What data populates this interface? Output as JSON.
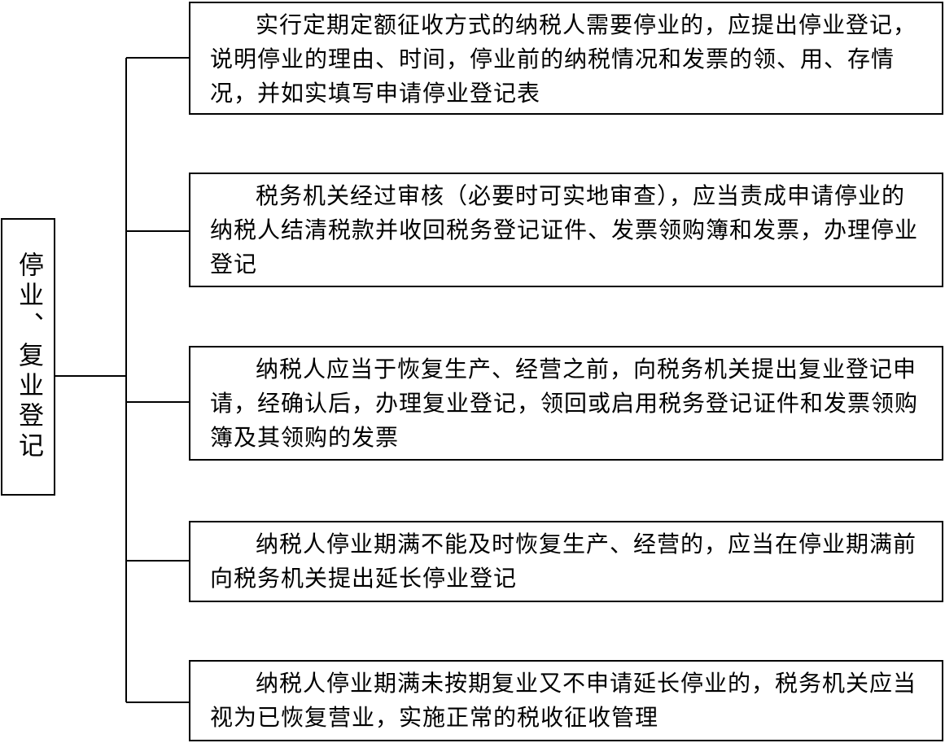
{
  "root": {
    "label": "停业、复业登记"
  },
  "branches": [
    {
      "text": "实行定期定额征收方式的纳税人需要停业的，应提出停业登记，说明停业的理由、时间，停业前的纳税情况和发票的领、用、存情况，并如实填写申请停业登记表"
    },
    {
      "text": "税务机关经过审核（必要时可实地审查），应当责成申请停业的纳税人结清税款并收回税务登记证件、发票领购簿和发票，办理停业登记"
    },
    {
      "text": "纳税人应当于恢复生产、经营之前，向税务机关提出复业登记申请，经确认后，办理复业登记，领回或启用税务登记证件和发票领购簿及其领购的发票"
    },
    {
      "text": "纳税人停业期满不能及时恢复生产、经营的，应当在停业期满前向税务机关提出延长停业登记"
    },
    {
      "text": "纳税人停业期满未按期复业又不申请延长停业的，税务机关应当视为已恢复营业，实施正常的税收征收管理"
    }
  ],
  "colors": {
    "line": "#000000",
    "background": "#ffffff"
  }
}
